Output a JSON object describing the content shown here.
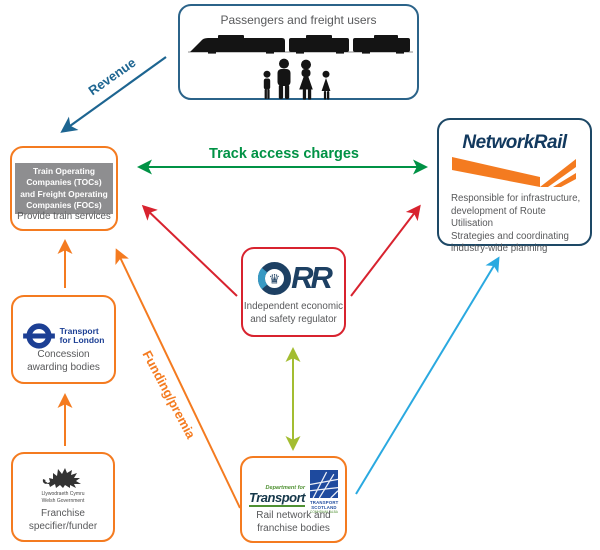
{
  "boxes": {
    "passengers": {
      "title": "Passengers and freight users"
    },
    "tocs": {
      "header": [
        "Train Operating",
        "Companies (TOCs)",
        "and Freight Operating",
        "Companies (FOCs)"
      ],
      "caption": "Provide train services"
    },
    "network_rail": {
      "logo": "NetworkRail",
      "caption": [
        "Responsible for infrastructure,",
        "development of Route Utilisation",
        "Strategies and coordinating",
        "industry-wide planning"
      ]
    },
    "orr": {
      "logo": "RR",
      "crown_glyph": "♛",
      "caption": [
        "Independent economic",
        "and safety regulator"
      ]
    },
    "tfl": {
      "logo": [
        "Transport",
        "for London"
      ],
      "caption": [
        "Concession",
        "awarding bodies"
      ]
    },
    "welsh_government": {
      "logo_sub": [
        "Llywodraeth Cymru",
        "Welsh Government"
      ],
      "caption": [
        "Franchise",
        "specifier/funder"
      ]
    },
    "dft": {
      "dft_logo": [
        "Department for",
        "Transport"
      ],
      "scotland_logo": [
        "TRANSPORT",
        "SCOTLAND"
      ],
      "scotland_sub": "COMHDHAIL ALBA",
      "caption": [
        "Rail network and",
        "franchise bodies"
      ]
    }
  },
  "arrows": {
    "revenue": {
      "label": "Revenue",
      "color": "#1d6591"
    },
    "track_access": {
      "label": "Track access charges",
      "color": "#009245"
    },
    "funding": {
      "label": "Funding/premia",
      "color": "#f47b20"
    },
    "orr_oversight": {
      "color": "#d8232f"
    },
    "orr_dft_link": {
      "color": "#a3bd31"
    },
    "dft_networkrail": {
      "color": "#2aa9e0"
    },
    "franchise_chain": {
      "color": "#f47b20"
    }
  },
  "colors": {
    "orange": "#f47b20",
    "navy": "#12395e",
    "steel_blue": "#2b6389",
    "red": "#d8232f",
    "green": "#009245",
    "olive": "#a3bd31",
    "cyan": "#2aa9e0",
    "gray_text": "#58595b",
    "header_gray": "#8e8e90",
    "tfl_blue": "#1c3f94",
    "orr_navy": "#1d4063",
    "dft_green": "#4f9132",
    "scotland_blue": "#1e4a9e"
  }
}
